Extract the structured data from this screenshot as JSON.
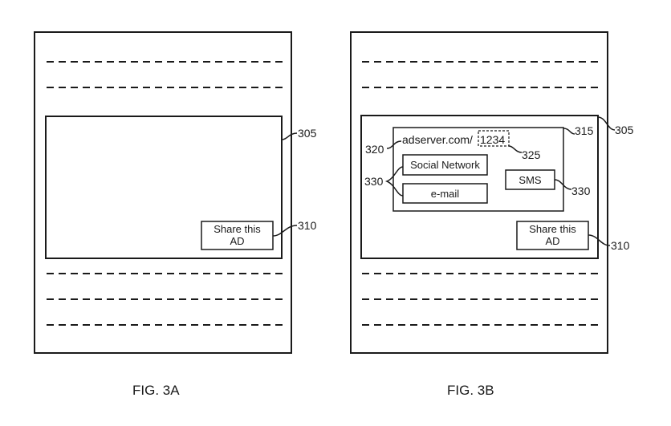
{
  "figures": [
    {
      "caption": "FIG. 3A",
      "ad_ref": "305",
      "share_button": {
        "line1": "Share this",
        "line2": "AD",
        "ref": "310"
      }
    },
    {
      "caption": "FIG. 3B",
      "ad_ref": "305",
      "popup_ref": "315",
      "url": {
        "prefix": "adserver.com/",
        "id": "1234",
        "ref": "320",
        "id_ref": "325"
      },
      "options": {
        "social_network": "Social Network",
        "email": "e-mail",
        "sms": "SMS",
        "left_ref": "330",
        "sms_ref": "330"
      },
      "share_button": {
        "line1": "Share this",
        "line2": "AD",
        "ref": "310"
      }
    }
  ]
}
